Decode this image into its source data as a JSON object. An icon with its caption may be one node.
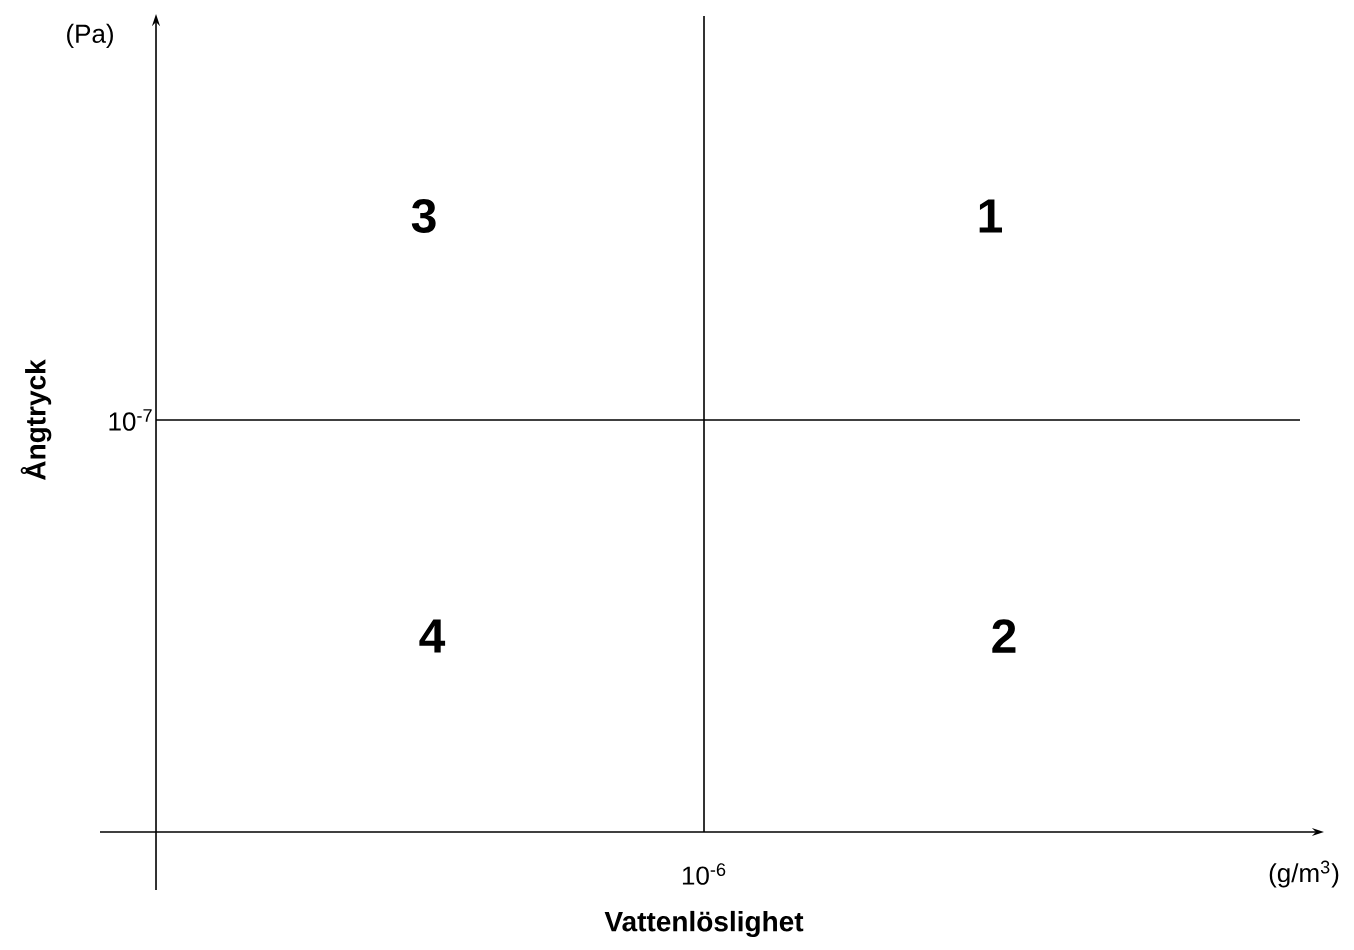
{
  "diagram": {
    "labels": [
      "(Pa)",
      "3",
      "1",
      "Ångtryck",
      "10$^{-7}$",
      "4",
      "2",
      "10$^{-6}$",
      "(g/m$^{3}$)",
      "Vattenlöslighet"
    ]
  }
}
